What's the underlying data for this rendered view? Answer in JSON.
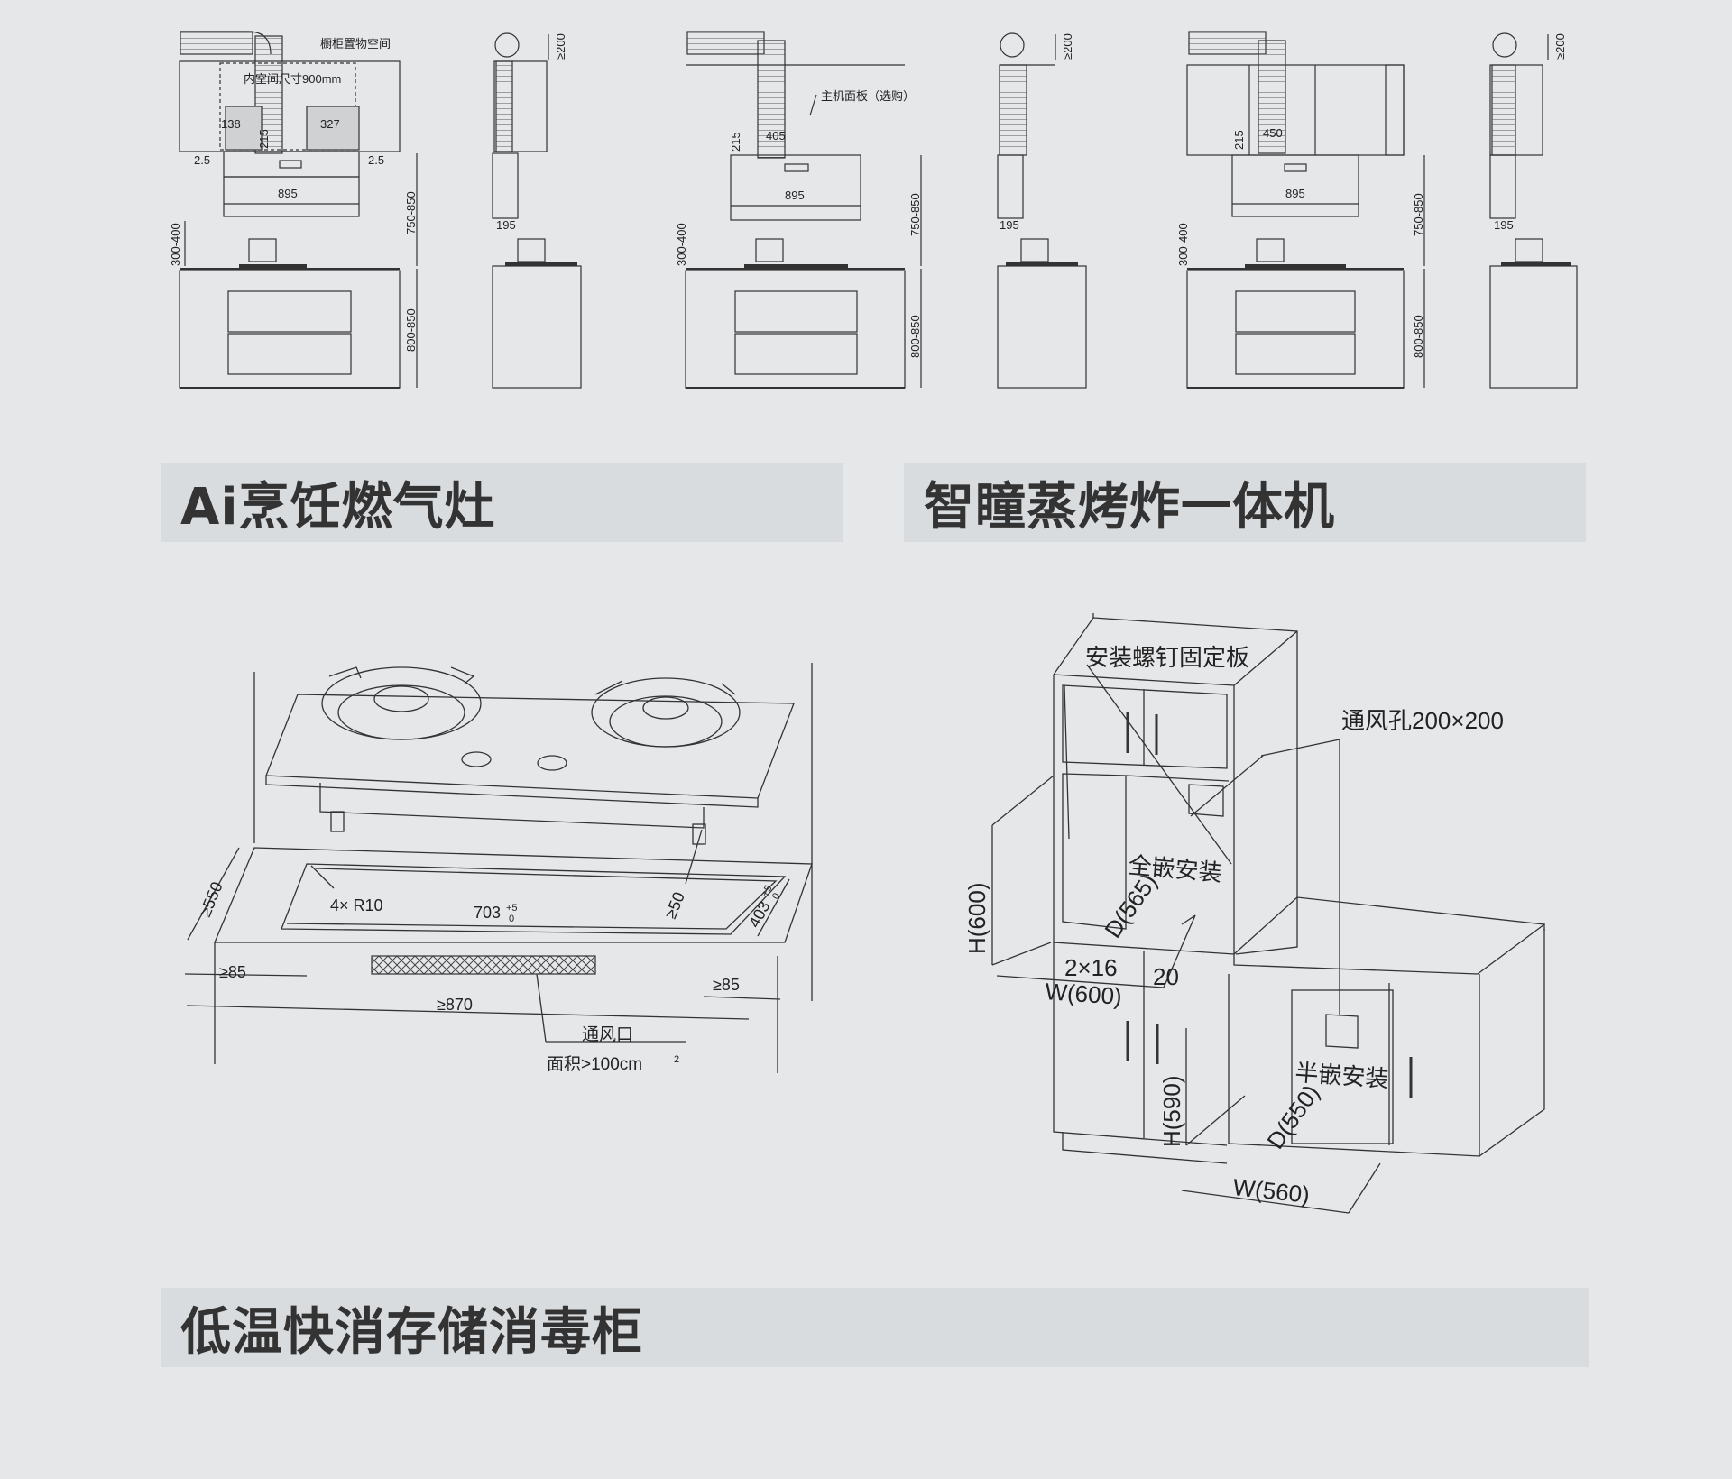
{
  "sections": {
    "stove_title": "Ai烹饪燃气灶",
    "steam_oven_title": "智瞳蒸烤炸一体机",
    "disinfection_title": "低温快消存储消毒柜"
  },
  "hood_diagrams": {
    "cabinet_storage_space": "橱柜置物空间",
    "inner_space_size": "内空间尺寸900mm",
    "dim_138": "138",
    "dim_327": "327",
    "dim_215": "215",
    "dim_2_5": "2.5",
    "dim_895": "895",
    "dim_750_850": "750-850",
    "dim_300_400": "300-400",
    "dim_800_850": "800-850",
    "dim_195": "195",
    "dim_200": "≥200",
    "main_panel_optional": "主机面板（选购）",
    "dim_405": "405",
    "dim_450": "450"
  },
  "stove_diagram": {
    "dim_550": "≥550",
    "corner_radius": "4× R10",
    "cutout_width": "703",
    "cutout_width_tol_upper": "+5",
    "cutout_width_tol_lower": "0",
    "dim_50": "≥50",
    "cutout_depth": "403",
    "cutout_depth_tol_upper": "+5",
    "cutout_depth_tol_lower": "0",
    "dim_85_left": "≥85",
    "dim_85_right": "≥85",
    "dim_870": "≥870",
    "vent_label": "通风口",
    "vent_area": "面积>100cm",
    "vent_area_sup": "2"
  },
  "oven_diagram": {
    "fixing_plate": "安装螺钉固定板",
    "vent_hole": "通风孔200×200",
    "full_embedded": "全嵌安装",
    "h600": "H(600)",
    "d565": "D(565)",
    "gap_2x16": "2×16",
    "gap_20": "20",
    "w600": "W(600)",
    "semi_embedded": "半嵌安装",
    "h590": "H(590)",
    "d550": "D(550)",
    "w560": "W(560)"
  }
}
